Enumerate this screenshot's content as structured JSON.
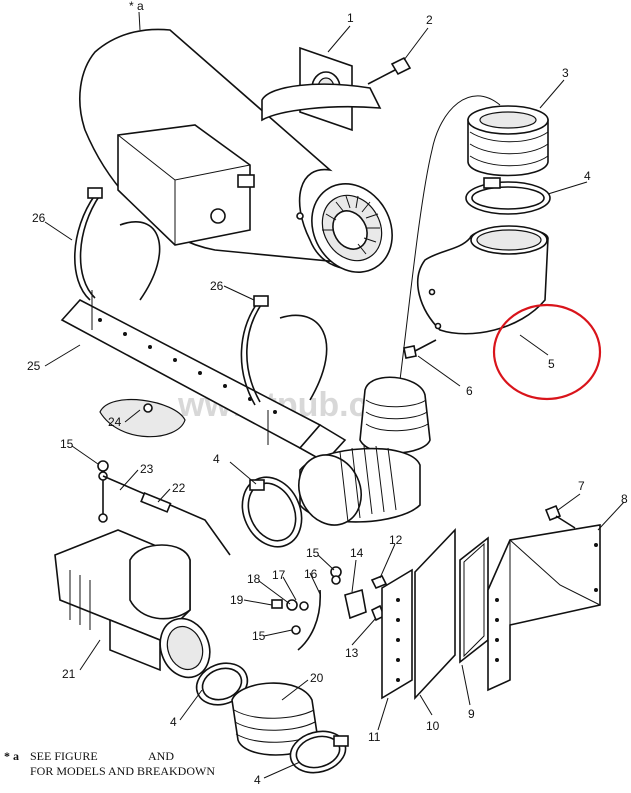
{
  "diagram": {
    "callouts": {
      "c1": "1",
      "c2": "2",
      "c3": "3",
      "c4a": "4",
      "c4b": "4",
      "c4c": "4",
      "c4d": "4",
      "c5": "5",
      "c6": "6",
      "c7": "7",
      "c8": "8",
      "c9": "9",
      "c10": "10",
      "c11": "11",
      "c12": "12",
      "c13": "13",
      "c14": "14",
      "c15a": "15",
      "c15b": "15",
      "c15c": "15",
      "c16": "16",
      "c17": "17",
      "c18": "18",
      "c19": "19",
      "c20": "20",
      "c21": "21",
      "c22": "22",
      "c23": "23",
      "c24": "24",
      "c25": "25",
      "c26a": "26",
      "c26b": "26",
      "star_a": "* a"
    },
    "watermark": "www.tpub.com",
    "footnote": {
      "marker": "* a",
      "line1_part1": "SEE FIGURE",
      "line1_part2": "AND",
      "line2": "FOR MODELS AND BREAKDOWN"
    },
    "highlight_color": "#d9141b"
  }
}
